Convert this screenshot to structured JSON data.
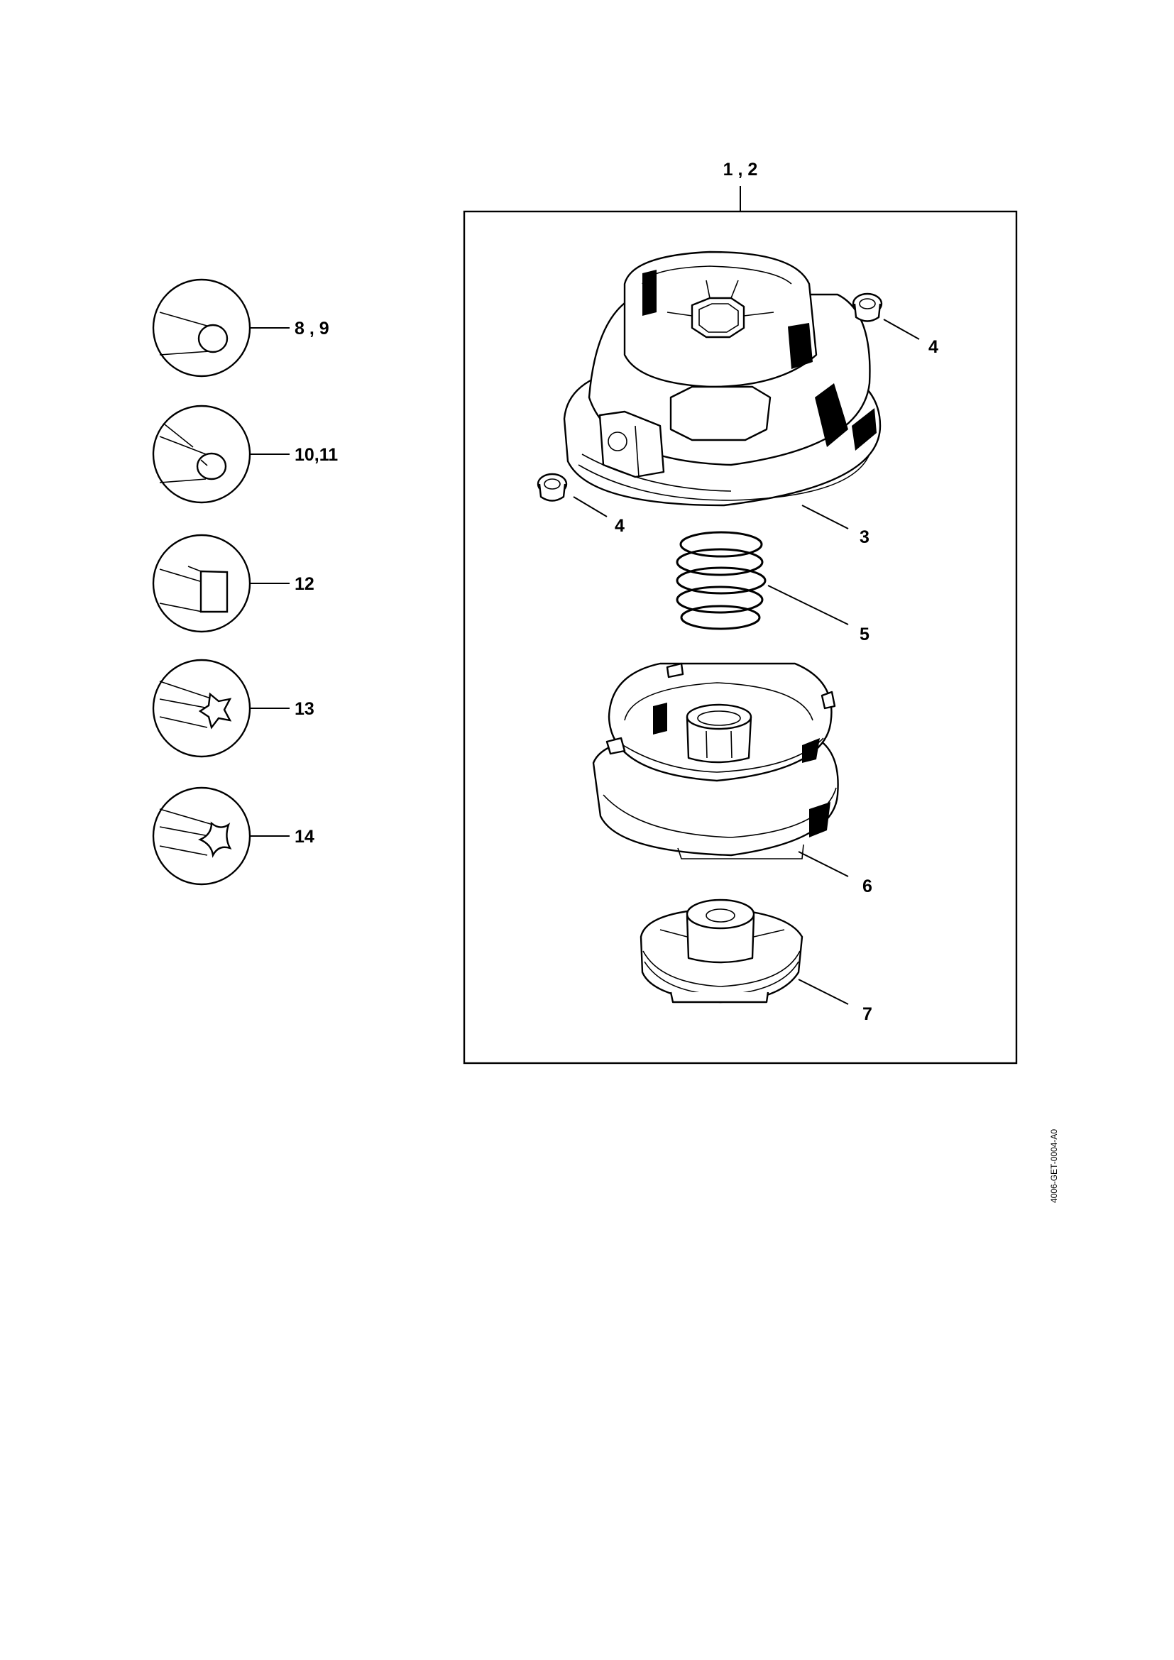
{
  "labels": {
    "assembly": "1 , 2",
    "cap_nut_right": "4",
    "cap_nut_left": "4",
    "housing": "3",
    "spring": "5",
    "spool": "6",
    "cap": "7",
    "line_round": "8 , 9",
    "line_round_notch": "10,11",
    "line_square": "12",
    "line_star": "13",
    "line_cross": "14"
  },
  "drawing_code": "4006-GET-0004-A0"
}
